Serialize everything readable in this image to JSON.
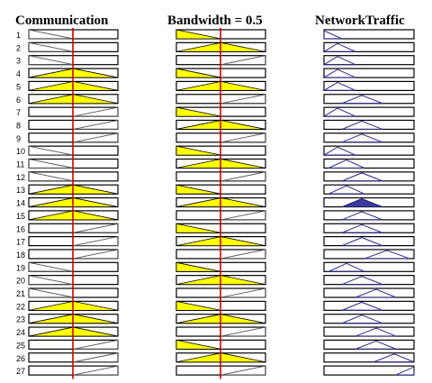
{
  "titles": {
    "input1": "Communication",
    "input2": "Bandwidth = 0.5",
    "output": "NetworkTraffic"
  },
  "colors": {
    "input_fill": "#ffff00",
    "output_stroke": "#2b2b8c",
    "output_fired": "#3a3aa0",
    "cursor": "#cc0000"
  },
  "rules": [
    {
      "n": "1",
      "comm": "low",
      "bw": "low",
      "out": "vlow",
      "comm_fired": false,
      "bw_fired": true,
      "out_fired": false
    },
    {
      "n": "2",
      "comm": "low",
      "bw": "med",
      "out": "low",
      "comm_fired": false,
      "bw_fired": true,
      "out_fired": false
    },
    {
      "n": "3",
      "comm": "low",
      "bw": "high",
      "out": "low",
      "comm_fired": false,
      "bw_fired": false,
      "out_fired": false
    },
    {
      "n": "4",
      "comm": "med",
      "bw": "low",
      "out": "low",
      "comm_fired": true,
      "bw_fired": true,
      "out_fired": false
    },
    {
      "n": "5",
      "comm": "med",
      "bw": "med",
      "out": "low",
      "comm_fired": true,
      "bw_fired": true,
      "out_fired": false
    },
    {
      "n": "6",
      "comm": "med",
      "bw": "high",
      "out": "med",
      "comm_fired": true,
      "bw_fired": false,
      "out_fired": false
    },
    {
      "n": "7",
      "comm": "high",
      "bw": "low",
      "out": "low",
      "comm_fired": false,
      "bw_fired": true,
      "out_fired": false
    },
    {
      "n": "8",
      "comm": "high",
      "bw": "med",
      "out": "med",
      "comm_fired": false,
      "bw_fired": true,
      "out_fired": false
    },
    {
      "n": "9",
      "comm": "high",
      "bw": "high",
      "out": "med",
      "comm_fired": false,
      "bw_fired": false,
      "out_fired": false
    },
    {
      "n": "10",
      "comm": "low",
      "bw": "low",
      "out": "low",
      "comm_fired": false,
      "bw_fired": true,
      "out_fired": false
    },
    {
      "n": "11",
      "comm": "low",
      "bw": "med",
      "out": "lowmed",
      "comm_fired": false,
      "bw_fired": true,
      "out_fired": false
    },
    {
      "n": "12",
      "comm": "low",
      "bw": "high",
      "out": "med",
      "comm_fired": false,
      "bw_fired": false,
      "out_fired": false
    },
    {
      "n": "13",
      "comm": "med",
      "bw": "low",
      "out": "lowmed",
      "comm_fired": true,
      "bw_fired": true,
      "out_fired": false
    },
    {
      "n": "14",
      "comm": "med",
      "bw": "med",
      "out": "med",
      "comm_fired": true,
      "bw_fired": true,
      "out_fired": true
    },
    {
      "n": "15",
      "comm": "med",
      "bw": "high",
      "out": "med",
      "comm_fired": true,
      "bw_fired": false,
      "out_fired": false
    },
    {
      "n": "16",
      "comm": "high",
      "bw": "low",
      "out": "med",
      "comm_fired": false,
      "bw_fired": true,
      "out_fired": false
    },
    {
      "n": "17",
      "comm": "high",
      "bw": "med",
      "out": "med",
      "comm_fired": false,
      "bw_fired": true,
      "out_fired": false
    },
    {
      "n": "18",
      "comm": "high",
      "bw": "high",
      "out": "highmed",
      "comm_fired": false,
      "bw_fired": false,
      "out_fired": false
    },
    {
      "n": "19",
      "comm": "low",
      "bw": "low",
      "out": "lowmed",
      "comm_fired": false,
      "bw_fired": true,
      "out_fired": false
    },
    {
      "n": "20",
      "comm": "low",
      "bw": "med",
      "out": "med",
      "comm_fired": false,
      "bw_fired": true,
      "out_fired": false
    },
    {
      "n": "21",
      "comm": "low",
      "bw": "high",
      "out": "medhigh",
      "comm_fired": false,
      "bw_fired": false,
      "out_fired": false
    },
    {
      "n": "22",
      "comm": "med",
      "bw": "low",
      "out": "med",
      "comm_fired": true,
      "bw_fired": true,
      "out_fired": false
    },
    {
      "n": "23",
      "comm": "med",
      "bw": "med",
      "out": "med",
      "comm_fired": true,
      "bw_fired": true,
      "out_fired": false
    },
    {
      "n": "24",
      "comm": "med",
      "bw": "high",
      "out": "medhigh",
      "comm_fired": true,
      "bw_fired": false,
      "out_fired": false
    },
    {
      "n": "25",
      "comm": "high",
      "bw": "low",
      "out": "medhigh",
      "comm_fired": false,
      "bw_fired": true,
      "out_fired": false
    },
    {
      "n": "26",
      "comm": "high",
      "bw": "med",
      "out": "high",
      "comm_fired": false,
      "bw_fired": true,
      "out_fired": false
    },
    {
      "n": "27",
      "comm": "high",
      "bw": "high",
      "out": "vhigh",
      "comm_fired": false,
      "bw_fired": false,
      "out_fired": false
    }
  ]
}
